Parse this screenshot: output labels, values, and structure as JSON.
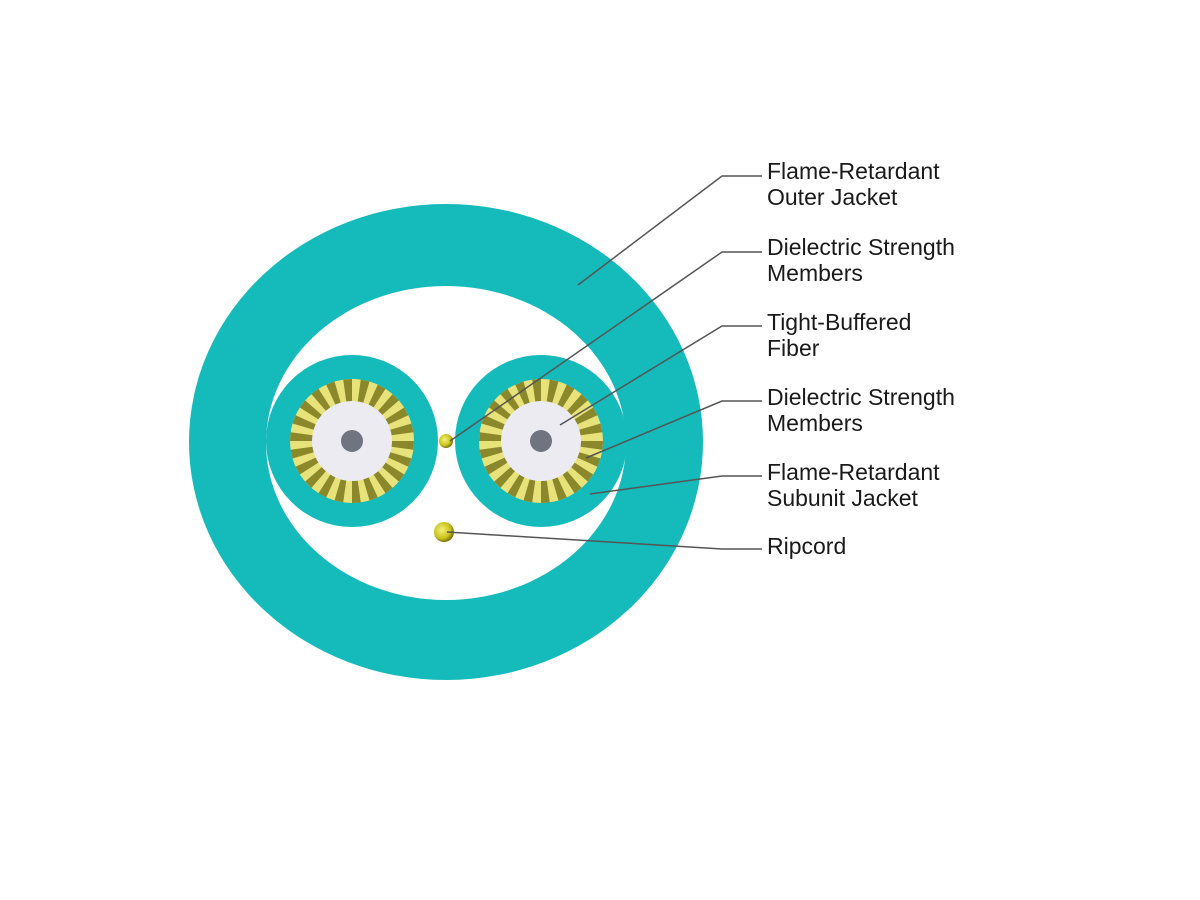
{
  "colors": {
    "jacket": "#14bbba",
    "strength_member_light": "#e8e27a",
    "strength_member_dark": "#6b6a10",
    "buffer": "#ecebf1",
    "fiber_core": "#6f7480",
    "leader_line": "#555555",
    "background": "#ffffff"
  },
  "callouts": [
    {
      "line1": "Flame-Retardant",
      "line2": "Outer Jacket"
    },
    {
      "line1": "Dielectric Strength",
      "line2": "Members"
    },
    {
      "line1": "Tight-Buffered",
      "line2": "Fiber"
    },
    {
      "line1": "Dielectric Strength",
      "line2": "Members"
    },
    {
      "line1": "Flame-Retardant",
      "line2": "Subunit Jacket"
    },
    {
      "line1": "Ripcord",
      "line2": ""
    }
  ]
}
